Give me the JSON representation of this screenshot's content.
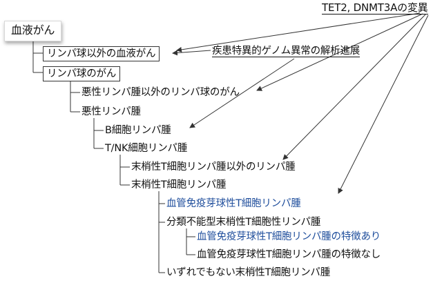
{
  "nodes": {
    "root": "血液がん",
    "non_lymphoid": "リンパ球以外の血液がん",
    "lymphoid": "リンパ球のがん",
    "non_lymphoma": "悪性リンパ腫以外のリンパ球のがん",
    "lymphoma": "悪性リンパ腫",
    "b_cell": "B細胞リンパ腫",
    "tnk_cell": "T/NK細胞リンパ腫",
    "non_ptcl": "末梢性T細胞リンパ腫以外のリンパ腫",
    "ptcl": "末梢性T細胞リンパ腫",
    "aitl": "血管免疫芽球性T細胞リンパ腫",
    "ptcl_nos": "分類不能型末梢性T細胞性リンパ腫",
    "ptcl_aitl_like": "血管免疫芽球性T細胞リンパ腫の特徴あり",
    "ptcl_non_aitl_like": "血管免疫芽球性T細胞リンパ腫の特徴なし",
    "other_ptcl": "いずれでもない末梢性T細胞リンパ腫"
  },
  "annotations": {
    "tet2_dnmt3a": "TET2, DNMT3Aの変異",
    "genome_progress": "疾患特異的ゲノム異常の解析進展"
  },
  "colors": {
    "text": "#111111",
    "highlight": "#1f4e9c",
    "lines": "#333333"
  }
}
